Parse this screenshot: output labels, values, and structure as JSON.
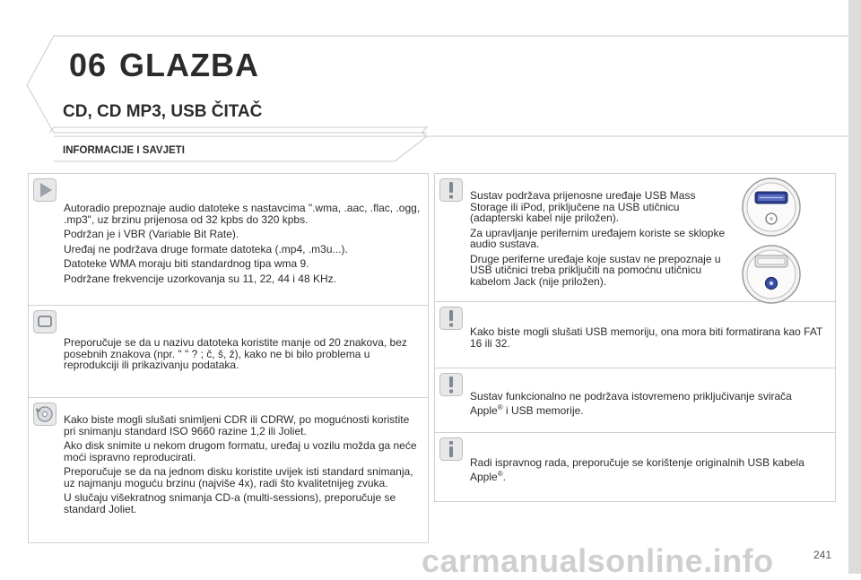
{
  "chapter": {
    "number": "06",
    "title": "GLAZBA"
  },
  "section_title": "CD, CD MP3, USB ČITAČ",
  "subsection_title": "INFORMACIJE I SAVJETI",
  "left_blocks": [
    {
      "icon": "play-arrow-icon",
      "paragraphs": [
        "Autoradio prepoznaje audio datoteke s nastavcima \".wma, .aac, .flac, .ogg, .mp3\", uz brzinu prijenosa od 32 kpbs do 320 kpbs.",
        "Podržan je i VBR (Variable Bit Rate).",
        "Uređaj ne podržava druge formate datoteka (.mp4, .m3u...).",
        "Datoteke WMA moraju biti standardnog tipa wma 9.",
        "Podržane frekvencije uzorkovanja su 11, 22, 44 i 48 KHz."
      ]
    },
    {
      "icon": "screen-icon",
      "paragraphs": [
        "Preporučuje se da u nazivu datoteka koristite manje od 20 znakova, bez posebnih znakova (npr. \" \" ? ; č, š, ž), kako ne bi bilo problema u reprodukciji ili prikazivanju podataka."
      ]
    },
    {
      "icon": "cd-disc-icon",
      "paragraphs": [
        "Kako biste mogli slušati snimljeni CDR ili CDRW, po mogućnosti koristite pri snimanju standard ISO 9660 razine 1,2 ili Joliet.",
        "Ako disk snimite u nekom drugom formatu, uređaj u vozilu možda ga neće moći ispravno reproducirati.",
        "Preporučuje se da na jednom disku koristite uvijek isti standard snimanja, uz najmanju moguću brzinu (najviše 4x), radi što kvalitetnijeg zvuka.",
        "U slučaju višekratnog snimanja CD-a (multi-sessions), preporučuje se standard Joliet."
      ]
    }
  ],
  "right_blocks": [
    {
      "icon": "warning-icon",
      "paragraphs": [
        "Sustav podržava prijenosne uređaje USB Mass Storage ili iPod, priključene na USB utičnicu (adapterski kabel nije priložen).",
        "Za upravljanje perifernim uređajem koriste se sklopke audio sustava.",
        "Druge periferne uređaje koje sustav ne prepoznaje u USB utičnici treba priključiti na pomoćnu utičnicu kabelom Jack (nije priložen)."
      ]
    },
    {
      "icon": "warning-icon",
      "paragraphs": [
        "Kako biste mogli slušati USB memoriju, ona mora biti formatirana kao FAT 16 ili 32."
      ]
    },
    {
      "icon": "warning-icon",
      "text_before": "Sustav funkcionalno ne podržava istovremeno priključivanje svirača Apple",
      "sup": "®",
      "text_after": " i USB memorije."
    },
    {
      "icon": "info-icon",
      "text_before": "Radi ispravnog rada, preporučuje se korištenje originalnih USB kabela Apple",
      "sup": "®",
      "text_after": "."
    }
  ],
  "page_number": "241",
  "watermark": "carmanualsonline.info"
}
